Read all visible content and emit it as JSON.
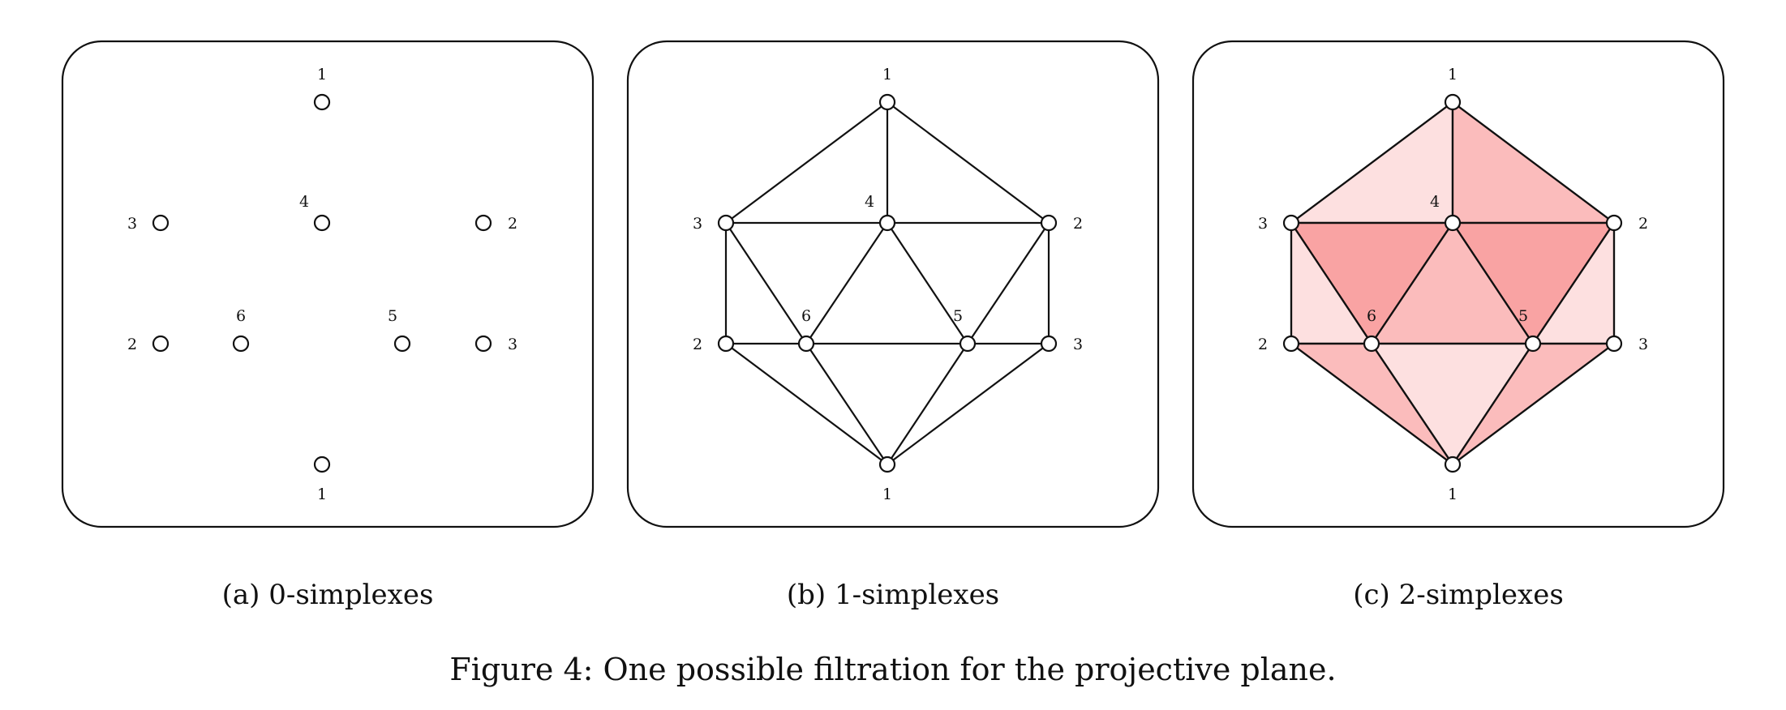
{
  "figure": {
    "caption": "Figure 4: One possible filtration for the projective plane.",
    "panels": [
      {
        "id": "a",
        "caption": "(a) 0-simplexes",
        "show_edges": false,
        "show_faces": false
      },
      {
        "id": "b",
        "caption": "(b) 1-simplexes",
        "show_edges": true,
        "show_faces": false
      },
      {
        "id": "c",
        "caption": "(c) 2-simplexes",
        "show_edges": true,
        "show_faces": true
      }
    ]
  },
  "complex": {
    "vertices": [
      {
        "id": "top1",
        "label": "1"
      },
      {
        "id": "left3",
        "label": "3"
      },
      {
        "id": "mid4",
        "label": "4"
      },
      {
        "id": "right2",
        "label": "2"
      },
      {
        "id": "left2",
        "label": "2"
      },
      {
        "id": "mid6",
        "label": "6"
      },
      {
        "id": "mid5",
        "label": "5"
      },
      {
        "id": "right3",
        "label": "3"
      },
      {
        "id": "bot1",
        "label": "1"
      }
    ],
    "edges": [
      [
        "top1",
        "left3"
      ],
      [
        "top1",
        "mid4"
      ],
      [
        "top1",
        "right2"
      ],
      [
        "left3",
        "mid4"
      ],
      [
        "mid4",
        "right2"
      ],
      [
        "left3",
        "left2"
      ],
      [
        "right2",
        "right3"
      ],
      [
        "left3",
        "mid6"
      ],
      [
        "mid4",
        "mid6"
      ],
      [
        "mid4",
        "mid5"
      ],
      [
        "right2",
        "mid5"
      ],
      [
        "left2",
        "mid6"
      ],
      [
        "mid6",
        "mid5"
      ],
      [
        "mid5",
        "right3"
      ],
      [
        "left2",
        "bot1"
      ],
      [
        "mid6",
        "bot1"
      ],
      [
        "mid5",
        "bot1"
      ],
      [
        "right3",
        "bot1"
      ]
    ],
    "faces": [
      {
        "vertices": [
          "top1",
          "left3",
          "mid4"
        ],
        "color": "#fde0e0"
      },
      {
        "vertices": [
          "top1",
          "mid4",
          "right2"
        ],
        "color": "#fbbcbc"
      },
      {
        "vertices": [
          "left3",
          "mid4",
          "mid6"
        ],
        "color": "#f9a3a3"
      },
      {
        "vertices": [
          "mid4",
          "right2",
          "mid5"
        ],
        "color": "#f9a3a3"
      },
      {
        "vertices": [
          "mid4",
          "mid6",
          "mid5"
        ],
        "color": "#fbbcbc"
      },
      {
        "vertices": [
          "left3",
          "left2",
          "mid6"
        ],
        "color": "#fde0e0"
      },
      {
        "vertices": [
          "right2",
          "mid5",
          "right3"
        ],
        "color": "#fde0e0"
      },
      {
        "vertices": [
          "left2",
          "mid6",
          "bot1"
        ],
        "color": "#fbbcbc"
      },
      {
        "vertices": [
          "mid6",
          "mid5",
          "bot1"
        ],
        "color": "#fde0e0"
      },
      {
        "vertices": [
          "mid5",
          "right3",
          "bot1"
        ],
        "color": "#fbbcbc"
      }
    ]
  }
}
